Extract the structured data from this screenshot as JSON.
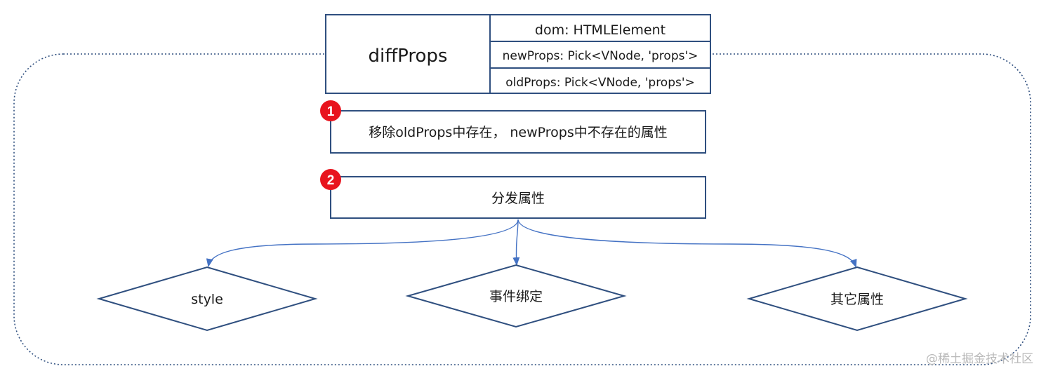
{
  "function_box": {
    "name": "diffProps",
    "params": [
      "dom: HTMLElement",
      "newProps: Pick<VNode, 'props'>",
      "oldProps: Pick<VNode, 'props'>"
    ]
  },
  "steps": [
    {
      "badge": "1",
      "label": "移除oldProps中存在，  newProps中不存在的属性"
    },
    {
      "badge": "2",
      "label": "分发属性"
    }
  ],
  "branches": [
    {
      "label": "style"
    },
    {
      "label": "事件绑定"
    },
    {
      "label": "其它属性"
    }
  ],
  "watermark": "@稀土掘金技术社区",
  "colors": {
    "border": "#2f4f7f",
    "arrow": "#4472c4",
    "badge": "#e8141e",
    "dotted_frame": "#2f4f7f"
  }
}
